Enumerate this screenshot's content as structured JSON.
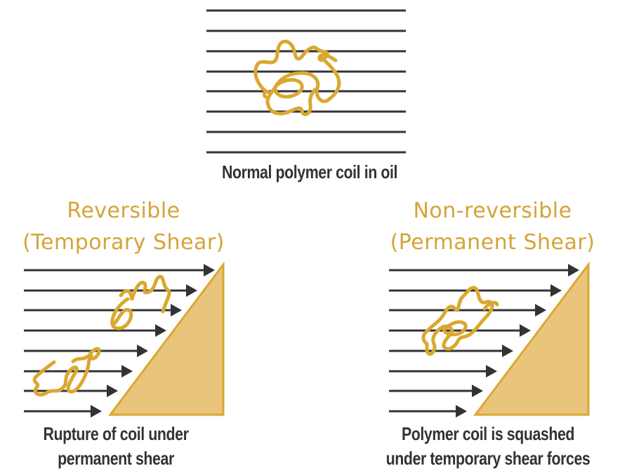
{
  "colors": {
    "line": "#333333",
    "polymer": "#D9A830",
    "title": "#D4A437",
    "wedge_fill": "#E9C57C",
    "wedge_stroke": "#D9A830",
    "caption": "#333333"
  },
  "top_panel": {
    "caption": "Normal polymer coil in oil",
    "oil_lines": 8,
    "icon": "polymer-coil-relaxed"
  },
  "left_panel": {
    "title_line1": "Reversible",
    "title_line2": "(Temporary Shear)",
    "caption_line1": "Rupture of coil under",
    "caption_line2": "permanent shear",
    "flow_arrows": 8,
    "icon": "polymer-coil-ruptured"
  },
  "right_panel": {
    "title_line1": "Non-reversible",
    "title_line2": "(Permanent Shear)",
    "caption_line1": "Polymer coil is squashed",
    "caption_line2": "under temporary shear forces",
    "flow_arrows": 8,
    "icon": "polymer-coil-squashed"
  }
}
